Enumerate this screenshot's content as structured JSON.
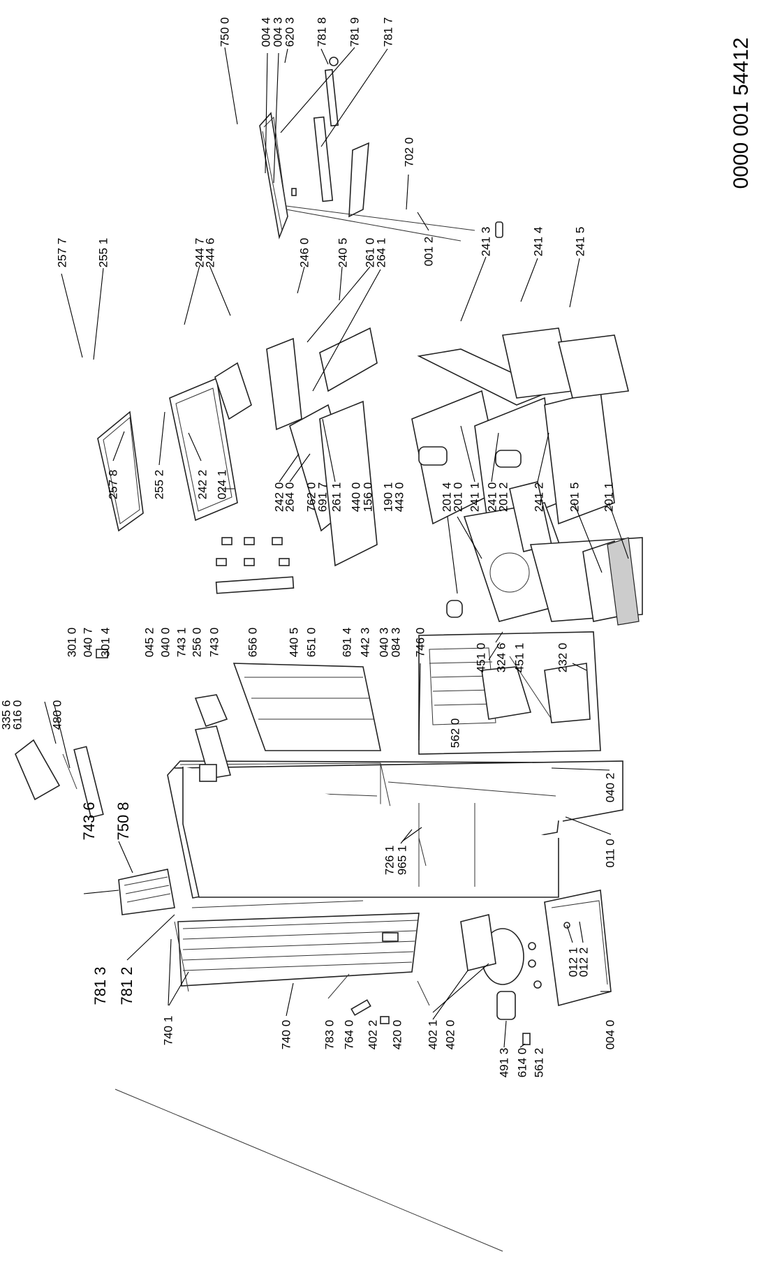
{
  "document_number": "0000 001 54412",
  "labels": [
    {
      "id": "p7500",
      "text": "750 0"
    },
    {
      "id": "p0044",
      "text": "004 4"
    },
    {
      "id": "p0043",
      "text": "004 3"
    },
    {
      "id": "p6203",
      "text": "620 3"
    },
    {
      "id": "p7818",
      "text": "781 8"
    },
    {
      "id": "p7819",
      "text": "781 9"
    },
    {
      "id": "p7817",
      "text": "781 7"
    },
    {
      "id": "p7020",
      "text": "702 0"
    },
    {
      "id": "p0012",
      "text": "001 2"
    },
    {
      "id": "p2577",
      "text": "257 7"
    },
    {
      "id": "p2551",
      "text": "255 1"
    },
    {
      "id": "p2447",
      "text": "244 7"
    },
    {
      "id": "p2446",
      "text": "244 6"
    },
    {
      "id": "p2460",
      "text": "246 0"
    },
    {
      "id": "p2405",
      "text": "240 5"
    },
    {
      "id": "p2610",
      "text": "261 0"
    },
    {
      "id": "p2641",
      "text": "264 1"
    },
    {
      "id": "p2413",
      "text": "241 3"
    },
    {
      "id": "p2414",
      "text": "241 4"
    },
    {
      "id": "p2415",
      "text": "241 5"
    },
    {
      "id": "p2578",
      "text": "257 8"
    },
    {
      "id": "p2552",
      "text": "255 2"
    },
    {
      "id": "p2422",
      "text": "242 2"
    },
    {
      "id": "p0241",
      "text": "024 1"
    },
    {
      "id": "p2420",
      "text": "242 0"
    },
    {
      "id": "p2640",
      "text": "264 0"
    },
    {
      "id": "p7620",
      "text": "762 0"
    },
    {
      "id": "p6917",
      "text": "691 7"
    },
    {
      "id": "p2611",
      "text": "261 1"
    },
    {
      "id": "p4400",
      "text": "440 0"
    },
    {
      "id": "p1560",
      "text": "156 0"
    },
    {
      "id": "p1901",
      "text": "190 1"
    },
    {
      "id": "p4430",
      "text": "443 0"
    },
    {
      "id": "p2014",
      "text": "201 4"
    },
    {
      "id": "p2010",
      "text": "201 0"
    },
    {
      "id": "p2411",
      "text": "241 1"
    },
    {
      "id": "p2410",
      "text": "241 0"
    },
    {
      "id": "p2012",
      "text": "201 2"
    },
    {
      "id": "p2412",
      "text": "241 2"
    },
    {
      "id": "p2015",
      "text": "201 5"
    },
    {
      "id": "p2011",
      "text": "201 1"
    },
    {
      "id": "p3356",
      "text": "335 6"
    },
    {
      "id": "p6160",
      "text": "616 0"
    },
    {
      "id": "p4800",
      "text": "480 0"
    },
    {
      "id": "p3010",
      "text": "301 0"
    },
    {
      "id": "p0407",
      "text": "040 7"
    },
    {
      "id": "p3014",
      "text": "301 4"
    },
    {
      "id": "p0452",
      "text": "045 2"
    },
    {
      "id": "p0400",
      "text": "040 0"
    },
    {
      "id": "p7431",
      "text": "743 1"
    },
    {
      "id": "p2560",
      "text": "256 0"
    },
    {
      "id": "p7430",
      "text": "743 0"
    },
    {
      "id": "p6560",
      "text": "656 0"
    },
    {
      "id": "p4405",
      "text": "440 5"
    },
    {
      "id": "p6510",
      "text": "651 0"
    },
    {
      "id": "p6914",
      "text": "691 4"
    },
    {
      "id": "p4423",
      "text": "442 3"
    },
    {
      "id": "p0403",
      "text": "040 3"
    },
    {
      "id": "p0843",
      "text": "084 3"
    },
    {
      "id": "p7460",
      "text": "746 0"
    },
    {
      "id": "p4510",
      "text": "451 0"
    },
    {
      "id": "p3246",
      "text": "324 6"
    },
    {
      "id": "p4511",
      "text": "451 1"
    },
    {
      "id": "p2320",
      "text": "232 0"
    },
    {
      "id": "p5620",
      "text": "562 0"
    },
    {
      "id": "p0402",
      "text": "040 2"
    },
    {
      "id": "p7436",
      "text": "743 6"
    },
    {
      "id": "p7508",
      "text": "750 8"
    },
    {
      "id": "p7261",
      "text": "726 1"
    },
    {
      "id": "p9651",
      "text": "965 1"
    },
    {
      "id": "p0110",
      "text": "011 0"
    },
    {
      "id": "p0121",
      "text": "012 1"
    },
    {
      "id": "p0122",
      "text": "012 2"
    },
    {
      "id": "p7813",
      "text": "781 3"
    },
    {
      "id": "p7812",
      "text": "781 2"
    },
    {
      "id": "p7401",
      "text": "740 1"
    },
    {
      "id": "p7400",
      "text": "740 0"
    },
    {
      "id": "p7830",
      "text": "783 0"
    },
    {
      "id": "p7640",
      "text": "764 0"
    },
    {
      "id": "p4022",
      "text": "402 2"
    },
    {
      "id": "p4200",
      "text": "420 0"
    },
    {
      "id": "p4021",
      "text": "402 1"
    },
    {
      "id": "p4020",
      "text": "402 0"
    },
    {
      "id": "p4913",
      "text": "491 3"
    },
    {
      "id": "p6140",
      "text": "614 0"
    },
    {
      "id": "p5612",
      "text": "561 2"
    },
    {
      "id": "p0040",
      "text": "004 0"
    }
  ]
}
